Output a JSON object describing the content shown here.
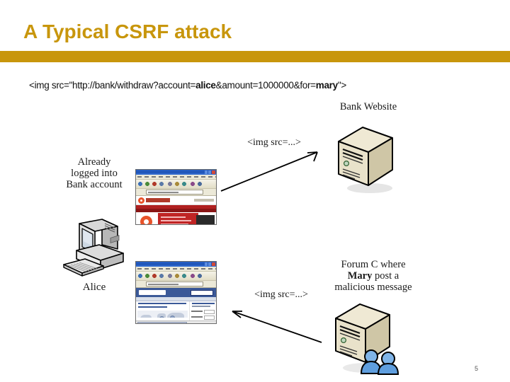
{
  "slide": {
    "title": "A Typical CSRF attack",
    "title_color": "#C8960C",
    "accent_bar_color": "#C8960C",
    "page_number": "5",
    "background_color": "#FFFFFF"
  },
  "code": {
    "prefix": "<img src=\"http://bank/withdraw?account=",
    "bold_account": "alice",
    "middle": "&amount=1000000&for=",
    "bold_for": "mary",
    "suffix": "\">",
    "full_text": "<img src=\"http://bank/withdraw?account=alice&amount=1000000&for=mary\">"
  },
  "diagram": {
    "labels": {
      "bank_website": "Bank Website",
      "already_logged_in_line1": "Already",
      "already_logged_in_line2": "logged into",
      "already_logged_in_line3": "Bank account",
      "alice": "Alice",
      "img_src_top": "<img src=...>",
      "img_src_bottom": "<img src=...>",
      "forum_line1": "Forum C where",
      "forum_line2_bold": "Mary",
      "forum_line2_rest": " post a",
      "forum_line3": "malicious message"
    },
    "icons": {
      "bank_server": "server-tower-icon",
      "forum_server": "server-tower-with-users-icon",
      "alice_computer": "desktop-computer-icon",
      "arrow_to_bank": "arrow-up-right-icon",
      "arrow_from_forum": "arrow-left-icon"
    },
    "browsers": {
      "bank_browser_name": "bank-website-browser-window",
      "forum_browser_name": "forum-website-browser-window"
    },
    "colors": {
      "bank_red": "#C02424",
      "bank_orange": "#E8532A",
      "forum_blue": "#3B5998",
      "server_beige": "#E6DCC0",
      "user_blue": "#6BA8E0"
    }
  }
}
